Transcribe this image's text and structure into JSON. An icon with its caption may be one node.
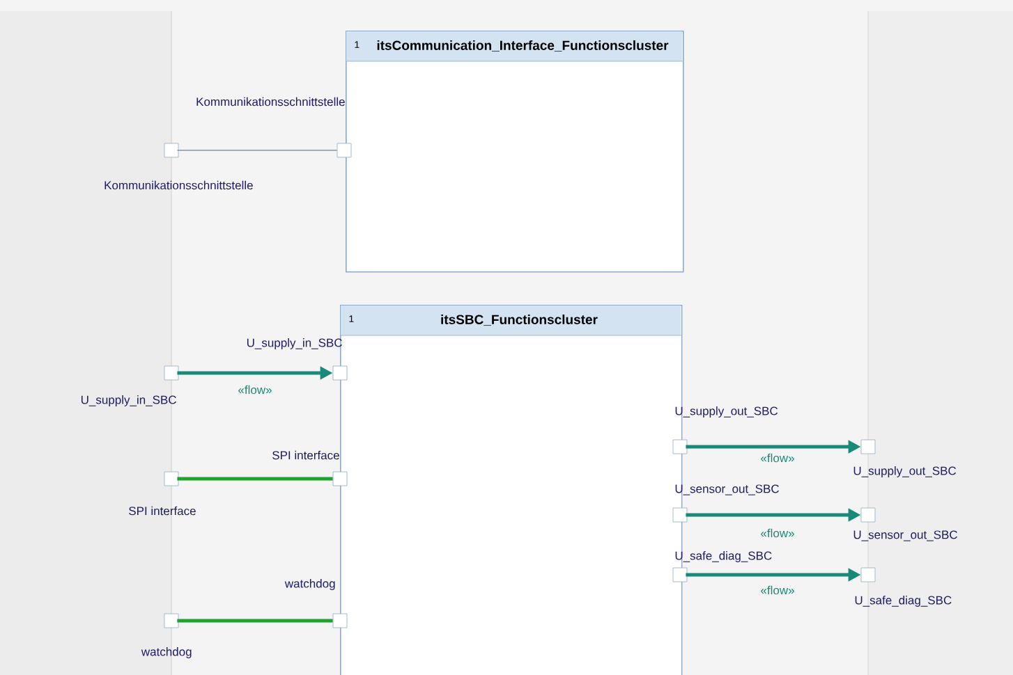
{
  "diagram": {
    "nodes": [
      {
        "text": [
          "1",
          "itsCommunication_Interface_Functionscluster"
        ]
      },
      {
        "text": [],
        "shape": "box",
        "beside": [
          "Kommunikationsschnittstelle"
        ]
      },
      {
        "text": [],
        "shape": "box"
      },
      {
        "text": [
          "1",
          "itsSBC_Functionscluster"
        ]
      },
      {
        "text": [],
        "shape": "box",
        "beside": [
          "U_supply_in_SBC"
        ]
      },
      {
        "text": [],
        "shape": "box"
      },
      {
        "text": [],
        "shape": "box",
        "beside": [
          "SPI interface"
        ]
      },
      {
        "text": [],
        "shape": "box"
      },
      {
        "text": [],
        "shape": "box",
        "beside": [
          "watchdog"
        ]
      },
      {
        "text": [],
        "shape": "box"
      },
      {
        "text": [],
        "shape": "box"
      },
      {
        "text": [],
        "shape": "box",
        "beside": [
          "U_supply_out_SBC"
        ]
      },
      {
        "text": [],
        "shape": "box"
      },
      {
        "text": [],
        "shape": "box",
        "beside": [
          "U_sensor_out_SBC"
        ]
      },
      {
        "text": [],
        "shape": "box",
        "beside": [
          "U_safe_diag_SBC"
        ]
      },
      {
        "text": [],
        "shape": "box",
        "beside": [
          "U_safe_diag_SBC"
        ]
      }
    ],
    "edges": [
      {
        "from": 1,
        "to": 2,
        "arrow": "none",
        "color": "#8a96a3"
      },
      {
        "from": 4,
        "to": 5,
        "arrow": "to",
        "label": "«flow»"
      },
      {
        "from": 6,
        "to": 7,
        "arrow": "none",
        "color": "#1fa22e"
      },
      {
        "from": 8,
        "to": 9,
        "arrow": "none",
        "color": "#1fa22e"
      },
      {
        "from": 10,
        "to": 11,
        "arrow": "to",
        "label": "«flow»"
      },
      {
        "from": 12,
        "to": 13,
        "arrow": "to",
        "label": "«flow»"
      },
      {
        "from": 14,
        "to": 15,
        "arrow": "to",
        "label": "«flow»"
      }
    ],
    "labels": [
      "Kommunikationsschnittstelle",
      "U_supply_in_SBC",
      "SPI interface",
      "watchdog",
      "U_supply_out_SBC",
      "U_sensor_out_SBC"
    ]
  }
}
